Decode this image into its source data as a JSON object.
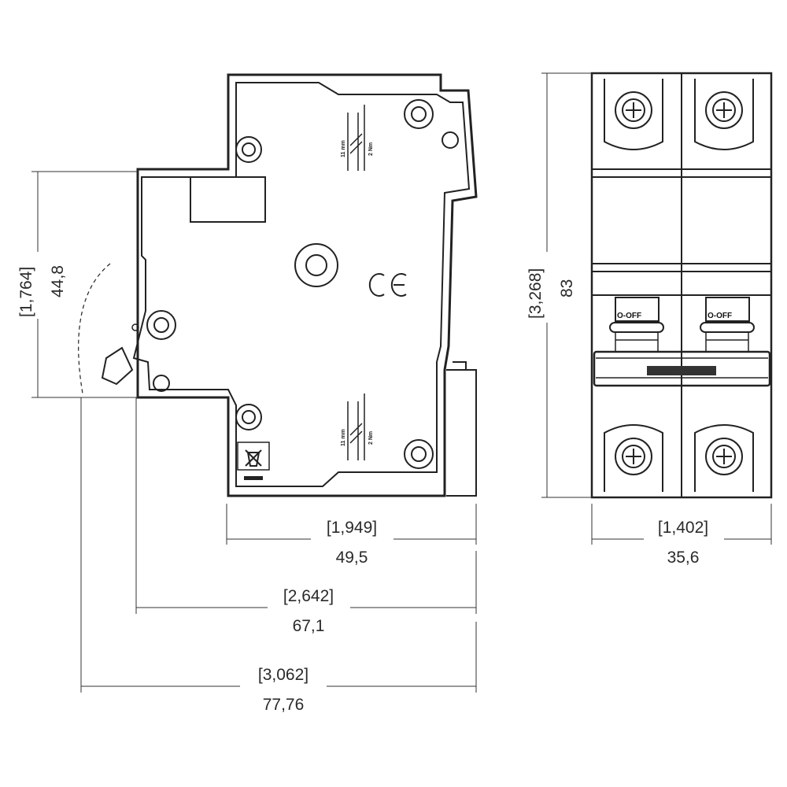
{
  "dimensions": {
    "side_height": {
      "inch": "[1,764]",
      "mm": "44,8"
    },
    "total_height": {
      "inch": "[3,268]",
      "mm": "83"
    },
    "depth_body": {
      "inch": "[1,949]",
      "mm": "49,5"
    },
    "depth_with_terminal": {
      "inch": "[2,642]",
      "mm": "67,1"
    },
    "depth_total": {
      "inch": "[3,062]",
      "mm": "77,76"
    },
    "width": {
      "inch": "[1,402]",
      "mm": "35,6"
    }
  },
  "labels": {
    "strip_length": "11 mm",
    "torque": "2 Nm",
    "ce_mark": "CE",
    "switch_state_1": "O-OFF",
    "switch_state_2": "O-OFF"
  },
  "icons": [
    "screw-icon",
    "ce-mark-icon",
    "weee-bin-icon"
  ]
}
